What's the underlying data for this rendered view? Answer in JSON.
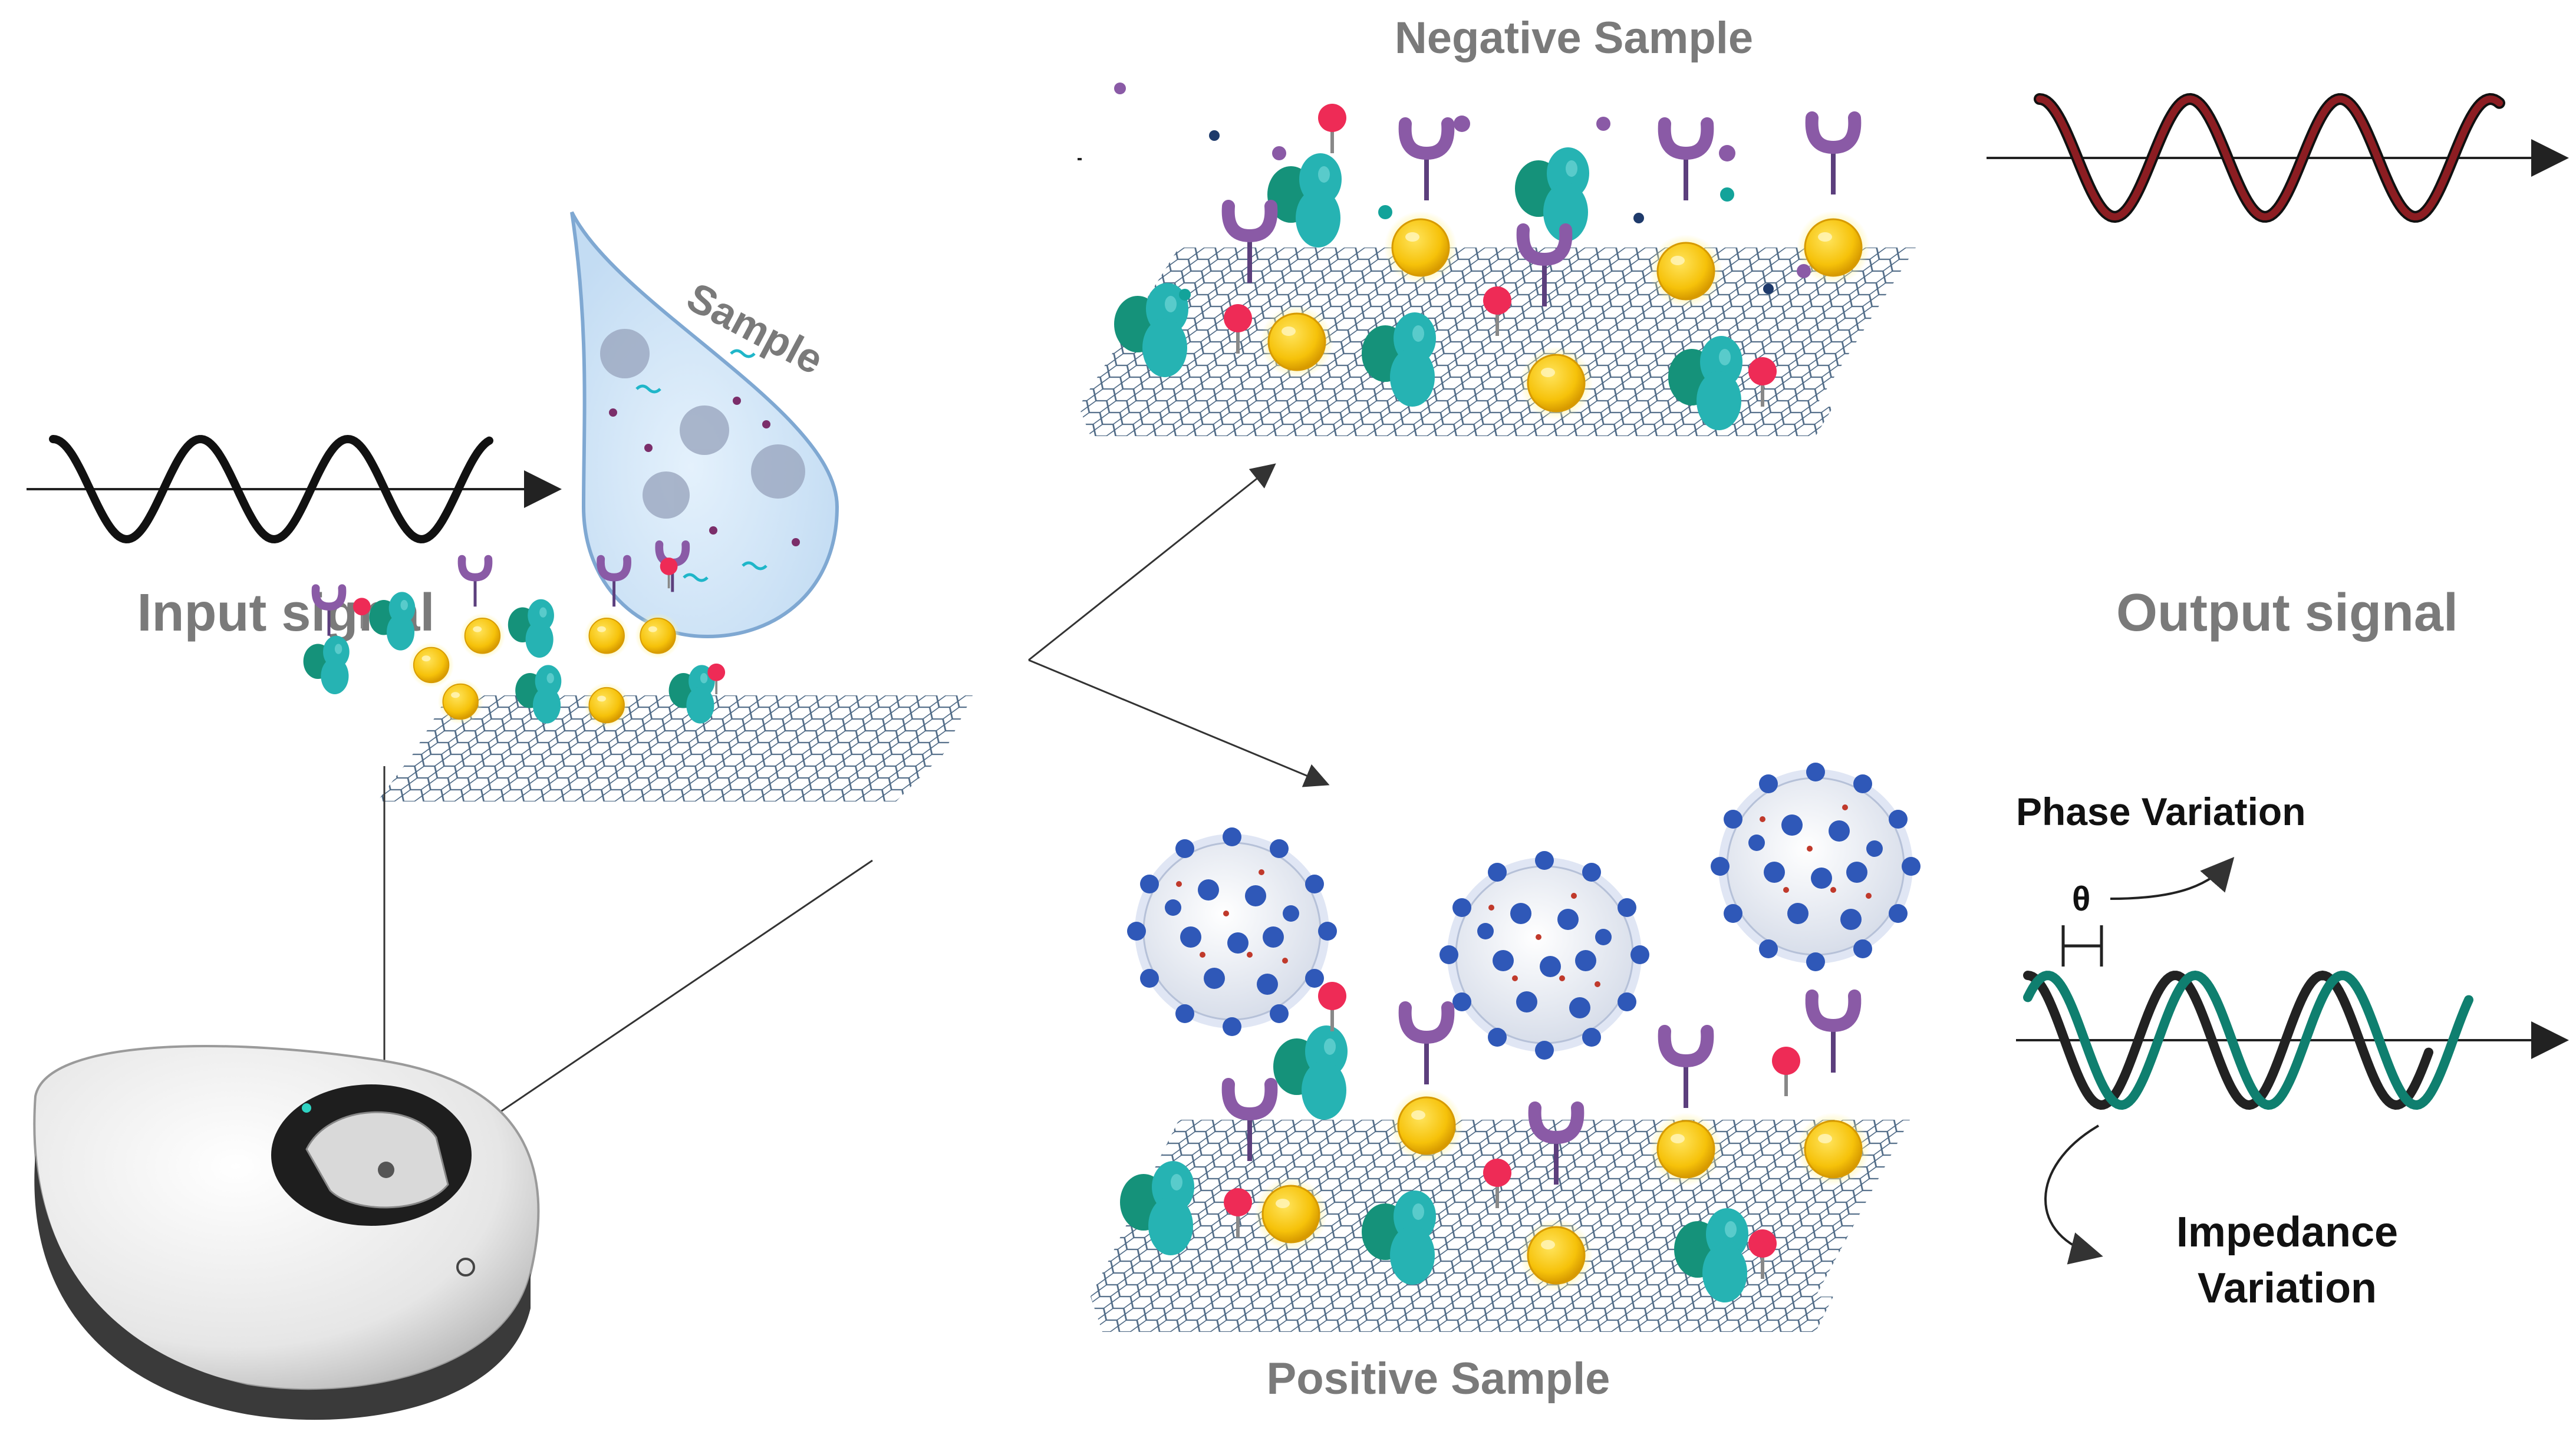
{
  "labels": {
    "input_signal": "Input signal",
    "output_signal": "Output signal",
    "sample": "Sample",
    "negative_sample": "Negative Sample",
    "positive_sample": "Positive Sample",
    "phase_variation": "Phase Variation",
    "theta": "θ",
    "impedance_line1": "Impedance",
    "impedance_line2": "Variation"
  },
  "colors": {
    "graphene": "#2f4f70",
    "gold_np": "#f6c20a",
    "gold_np_edge": "#d79a00",
    "antibody": "#8a5aa6",
    "protein_teal": "#26b3b3",
    "protein_green": "#15927a",
    "red_marker": "#ee2b56",
    "virus_blue": "#2f58b8",
    "output_wave_red": "#8c1d22",
    "phase_wave_teal": "#0f7f6f",
    "signal_black": "#111111",
    "drop_fill": "#cfe4f7",
    "drop_edge": "#7fa8d2"
  },
  "icons": [
    "sensor-device-icon",
    "sample-drop-icon",
    "virus-icon",
    "antibody-icon",
    "gold-nanoparticle-icon",
    "graphene-lattice-icon"
  ]
}
